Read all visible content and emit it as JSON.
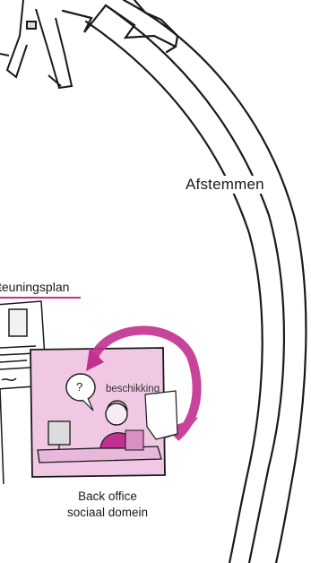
{
  "labels": {
    "afstemmen": "Afstemmen",
    "plan": "teuningsplan",
    "beschikking": "beschikking",
    "question_mark": "?",
    "back_office_line1": "Back office",
    "back_office_line2": "sociaal domein"
  },
  "colors": {
    "accent_magenta": "#c2308f",
    "box_pink": "#f0c8e4",
    "box_pink_dark": "#e2a3d2",
    "ink": "#1a1a1a"
  },
  "icons": {
    "arrow": "curved-double-arrow",
    "person": "office-worker-at-computer",
    "document": "support-plan-document"
  }
}
